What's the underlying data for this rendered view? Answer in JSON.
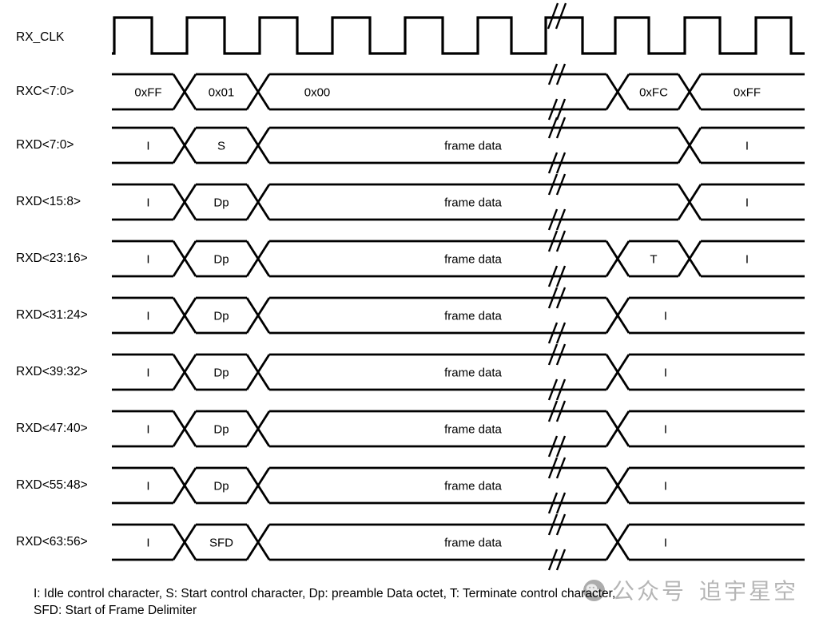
{
  "diagram": {
    "kind": "timing-diagram",
    "colors": {
      "line": "#000000",
      "background": "#ffffff",
      "watermark": "#a9a9a9"
    }
  },
  "signals": [
    {
      "name": "RX_CLK",
      "kind": "clock",
      "break": true
    },
    {
      "name": "RXC<7:0>",
      "kind": "bus",
      "segments": [
        {
          "label": "0xFF",
          "from": 0,
          "to": 1
        },
        {
          "label": "0x01",
          "from": 1,
          "to": 2
        },
        {
          "label": "0x00",
          "from": 2,
          "to": 3,
          "break": true
        },
        {
          "label": "0xFC",
          "from": 3,
          "to": 4
        },
        {
          "label": "0xFF",
          "from": 4,
          "to": 5
        }
      ]
    },
    {
      "name": "RXD<7:0>",
      "kind": "bus",
      "segments": [
        {
          "label": "I",
          "from": 0,
          "to": 1
        },
        {
          "label": "S",
          "from": 1,
          "to": 2
        },
        {
          "label": "frame data",
          "from": 2,
          "to": 4,
          "break": true
        },
        {
          "label": "I",
          "from": 4,
          "to": 5
        }
      ]
    },
    {
      "name": "RXD<15:8>",
      "kind": "bus",
      "segments": [
        {
          "label": "I",
          "from": 0,
          "to": 1
        },
        {
          "label": "Dp",
          "from": 1,
          "to": 2
        },
        {
          "label": "frame data",
          "from": 2,
          "to": 4,
          "break": true
        },
        {
          "label": "I",
          "from": 4,
          "to": 5
        }
      ]
    },
    {
      "name": "RXD<23:16>",
      "kind": "bus",
      "segments": [
        {
          "label": "I",
          "from": 0,
          "to": 1
        },
        {
          "label": "Dp",
          "from": 1,
          "to": 2
        },
        {
          "label": "frame data",
          "from": 2,
          "to": 3,
          "break": true
        },
        {
          "label": "T",
          "from": 3,
          "to": 4
        },
        {
          "label": "I",
          "from": 4,
          "to": 5
        }
      ]
    },
    {
      "name": "RXD<31:24>",
      "kind": "bus",
      "segments": [
        {
          "label": "I",
          "from": 0,
          "to": 1
        },
        {
          "label": "Dp",
          "from": 1,
          "to": 2
        },
        {
          "label": "frame data",
          "from": 2,
          "to": 3,
          "break": true
        },
        {
          "label": "I",
          "from": 3,
          "to": 5
        }
      ]
    },
    {
      "name": "RXD<39:32>",
      "kind": "bus",
      "segments": [
        {
          "label": "I",
          "from": 0,
          "to": 1
        },
        {
          "label": "Dp",
          "from": 1,
          "to": 2
        },
        {
          "label": "frame data",
          "from": 2,
          "to": 3,
          "break": true
        },
        {
          "label": "I",
          "from": 3,
          "to": 5
        }
      ]
    },
    {
      "name": "RXD<47:40>",
      "kind": "bus",
      "segments": [
        {
          "label": "I",
          "from": 0,
          "to": 1
        },
        {
          "label": "Dp",
          "from": 1,
          "to": 2
        },
        {
          "label": "frame data",
          "from": 2,
          "to": 3,
          "break": true
        },
        {
          "label": "I",
          "from": 3,
          "to": 5
        }
      ]
    },
    {
      "name": "RXD<55:48>",
      "kind": "bus",
      "segments": [
        {
          "label": "I",
          "from": 0,
          "to": 1
        },
        {
          "label": "Dp",
          "from": 1,
          "to": 2
        },
        {
          "label": "frame data",
          "from": 2,
          "to": 3,
          "break": true
        },
        {
          "label": "I",
          "from": 3,
          "to": 5
        }
      ]
    },
    {
      "name": "RXD<63:56>",
      "kind": "bus",
      "segments": [
        {
          "label": "I",
          "from": 0,
          "to": 1
        },
        {
          "label": "SFD",
          "from": 1,
          "to": 2
        },
        {
          "label": "frame data",
          "from": 2,
          "to": 3,
          "break": true
        },
        {
          "label": "I",
          "from": 3,
          "to": 5
        }
      ]
    }
  ],
  "legend": {
    "line1": "I: Idle control character, S: Start control character, Dp: preamble Data octet, T: Terminate control character,",
    "line2": "SFD: Start of Frame Delimiter"
  },
  "watermark": {
    "icon": "wechat-icon",
    "label": "公众号",
    "name": "追宇星空"
  }
}
